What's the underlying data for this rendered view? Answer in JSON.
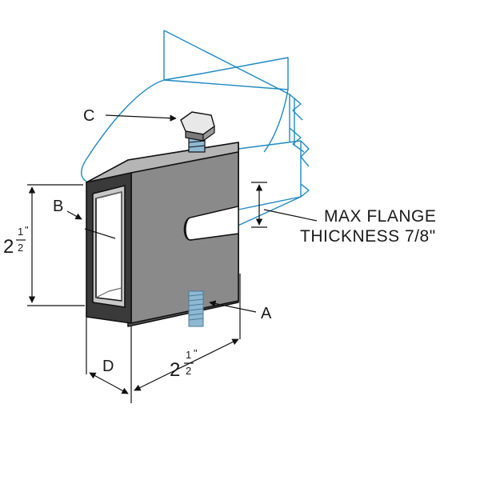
{
  "labels": {
    "c": "C",
    "b": "B",
    "a": "A",
    "d": "D"
  },
  "dimensions": {
    "height": {
      "whole": "2",
      "numerator": "1",
      "denominator": "2",
      "unit": "\""
    },
    "width": {
      "whole": "2",
      "numerator": "1",
      "denominator": "2",
      "unit": "\""
    }
  },
  "note": {
    "line1": "MAX FLANGE",
    "line2": "THICKNESS 7/8\""
  },
  "colors": {
    "beam": "#1f8ac2",
    "body_front": "#8a8a8a",
    "body_top": "#b5b5b5",
    "body_side": "#5a5a5a",
    "bolt": "#8fb9d3",
    "line": "#111111"
  }
}
